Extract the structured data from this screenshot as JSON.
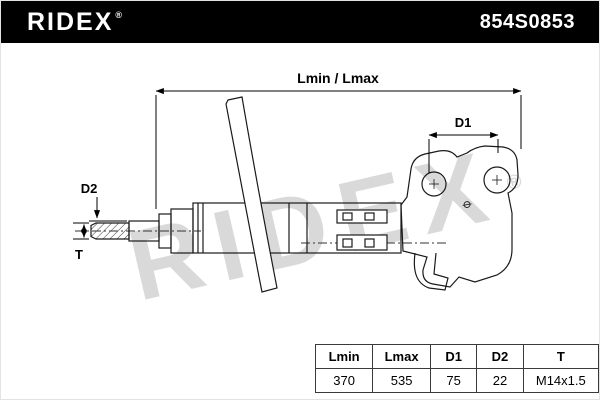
{
  "header": {
    "brand": "RIDEX",
    "registered": "®",
    "part_number": "854S0853",
    "bg_color": "#000000",
    "text_color": "#ffffff"
  },
  "watermark": {
    "text": "RIDEX",
    "registered": "®",
    "color": "#d9d9d9"
  },
  "diagram_labels": {
    "length": "Lmin / Lmax",
    "d1": "D1",
    "d2": "D2",
    "t": "T",
    "diameter_symbol": "⌀"
  },
  "spec_table": {
    "headers": [
      "Lmin",
      "Lmax",
      "D1",
      "D2",
      "T"
    ],
    "values": [
      "370",
      "535",
      "75",
      "22",
      "M14x1.5"
    ]
  },
  "colors": {
    "line": "#1a1a1a",
    "dimension": "#000000"
  }
}
